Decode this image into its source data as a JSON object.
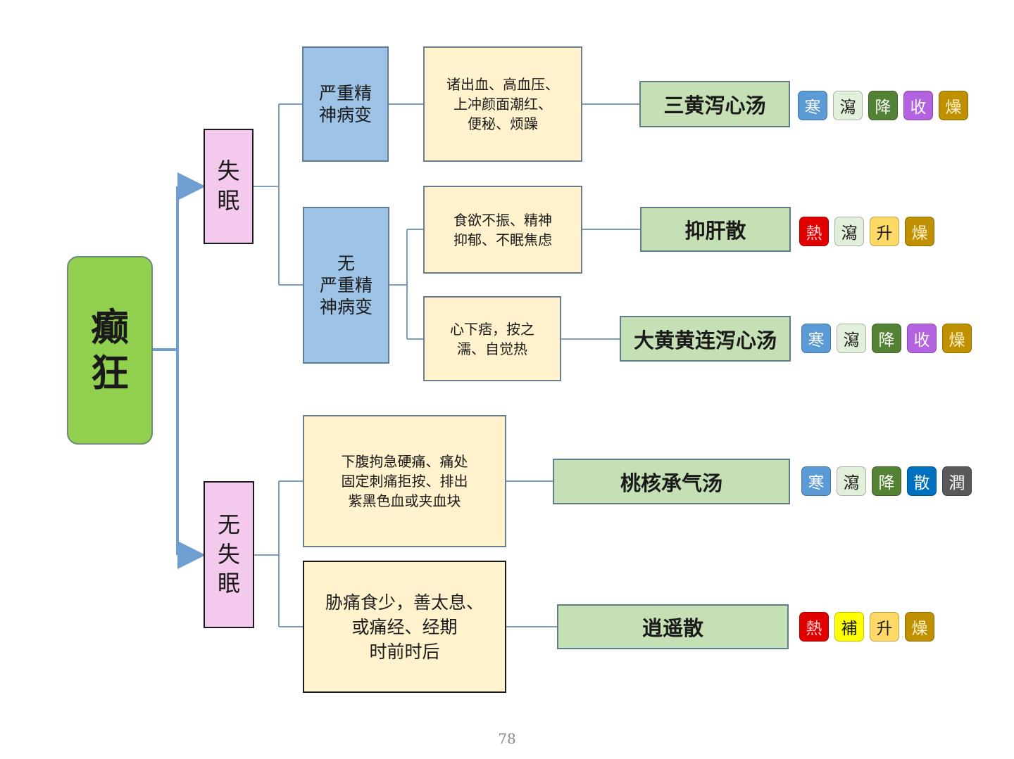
{
  "root": {
    "label": "癫\n狂"
  },
  "categories": [
    {
      "label": "失\n眠"
    },
    {
      "label": "无\n失\n眠"
    }
  ],
  "subcategories": [
    {
      "label": "严重精\n神病变"
    },
    {
      "label": "无\n严重精\n神病变"
    }
  ],
  "symptoms": [
    {
      "label": "诸出血、高血压、\n上冲颜面潮红、\n便秘、烦躁"
    },
    {
      "label": "食欲不振、精神\n抑郁、不眠焦虑"
    },
    {
      "label": "心下痞，按之\n濡、自觉热"
    },
    {
      "label": "下腹拘急硬痛、痛处\n固定刺痛拒按、排出\n紫黑色血或夹血块"
    },
    {
      "label": "胁痛食少，善太息、\n或痛经、经期\n时前时后"
    }
  ],
  "formulas": [
    {
      "name": "三黄泻心汤",
      "tags": [
        {
          "label": "寒",
          "bg": "#5b9bd5",
          "fg": "#ffffff"
        },
        {
          "label": "瀉",
          "bg": "#e2efda",
          "fg": "#1a1a1a"
        },
        {
          "label": "降",
          "bg": "#548235",
          "fg": "#ffffff"
        },
        {
          "label": "收",
          "bg": "#b463e0",
          "fg": "#ffffff"
        },
        {
          "label": "燥",
          "bg": "#bf9000",
          "fg": "#fff2cc"
        }
      ]
    },
    {
      "name": "抑肝散",
      "tags": [
        {
          "label": "熱",
          "bg": "#e00000",
          "fg": "#ffd0d0"
        },
        {
          "label": "瀉",
          "bg": "#e2efda",
          "fg": "#1a1a1a"
        },
        {
          "label": "升",
          "bg": "#ffd966",
          "fg": "#1a1a1a"
        },
        {
          "label": "燥",
          "bg": "#bf9000",
          "fg": "#fff2cc"
        }
      ]
    },
    {
      "name": "大黄黄连泻心汤",
      "tags": [
        {
          "label": "寒",
          "bg": "#5b9bd5",
          "fg": "#ffffff"
        },
        {
          "label": "瀉",
          "bg": "#e2efda",
          "fg": "#1a1a1a"
        },
        {
          "label": "降",
          "bg": "#548235",
          "fg": "#ffffff"
        },
        {
          "label": "收",
          "bg": "#b463e0",
          "fg": "#ffffff"
        },
        {
          "label": "燥",
          "bg": "#bf9000",
          "fg": "#fff2cc"
        }
      ]
    },
    {
      "name": "桃核承气汤",
      "tags": [
        {
          "label": "寒",
          "bg": "#5b9bd5",
          "fg": "#ffffff"
        },
        {
          "label": "瀉",
          "bg": "#e2efda",
          "fg": "#1a1a1a"
        },
        {
          "label": "降",
          "bg": "#548235",
          "fg": "#ffffff"
        },
        {
          "label": "散",
          "bg": "#0070c0",
          "fg": "#ffffff"
        },
        {
          "label": "潤",
          "bg": "#595959",
          "fg": "#ffffff"
        }
      ]
    },
    {
      "name": "逍遥散",
      "tags": [
        {
          "label": "熱",
          "bg": "#e00000",
          "fg": "#ffd0d0"
        },
        {
          "label": "補",
          "bg": "#ffff00",
          "fg": "#1a1a1a"
        },
        {
          "label": "升",
          "bg": "#ffd966",
          "fg": "#1a1a1a"
        },
        {
          "label": "燥",
          "bg": "#bf9000",
          "fg": "#fff2cc"
        }
      ]
    }
  ],
  "page_number": "78",
  "colors": {
    "connector": "#6e9fd0",
    "connector_thin": "#7f9cb8"
  }
}
